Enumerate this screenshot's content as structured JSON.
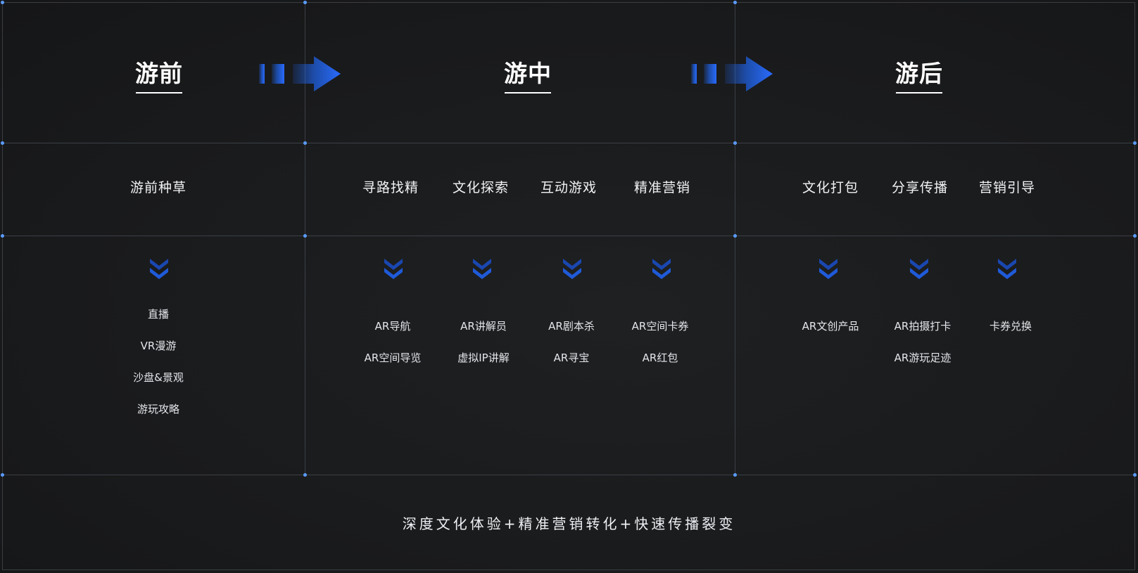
{
  "phases": [
    {
      "title": "游前"
    },
    {
      "title": "游中"
    },
    {
      "title": "游后"
    }
  ],
  "stages": {
    "pre": [
      {
        "label": "游前种草",
        "features": [
          "直播",
          "VR漫游",
          "沙盘&景观",
          "游玩攻略"
        ]
      }
    ],
    "during": [
      {
        "label": "寻路找精",
        "features": [
          "AR导航",
          "AR空间导览"
        ]
      },
      {
        "label": "文化探索",
        "features": [
          "AR讲解员",
          "虚拟IP讲解"
        ]
      },
      {
        "label": "互动游戏",
        "features": [
          "AR剧本杀",
          "AR寻宝"
        ]
      },
      {
        "label": "精准营销",
        "features": [
          "AR空间卡券",
          "AR红包"
        ]
      }
    ],
    "post": [
      {
        "label": "文化打包",
        "features": [
          "AR文创产品"
        ]
      },
      {
        "label": "分享传播",
        "features": [
          "AR拍摄打卡",
          "AR游玩足迹"
        ]
      },
      {
        "label": "营销引导",
        "features": [
          "卡券兑换"
        ]
      }
    ]
  },
  "summary": "深度文化体验+精准营销转化+快速传播裂变",
  "colors": {
    "accent": "#1f63e8",
    "chevron": "#1d52c9",
    "grid_line": "#3b3f45",
    "grid_dot": "#5a9cff",
    "background": "#1b1c1e"
  },
  "icons": {
    "flow_arrow": "right-arrow-icon",
    "chevron": "double-chevron-down-icon"
  }
}
